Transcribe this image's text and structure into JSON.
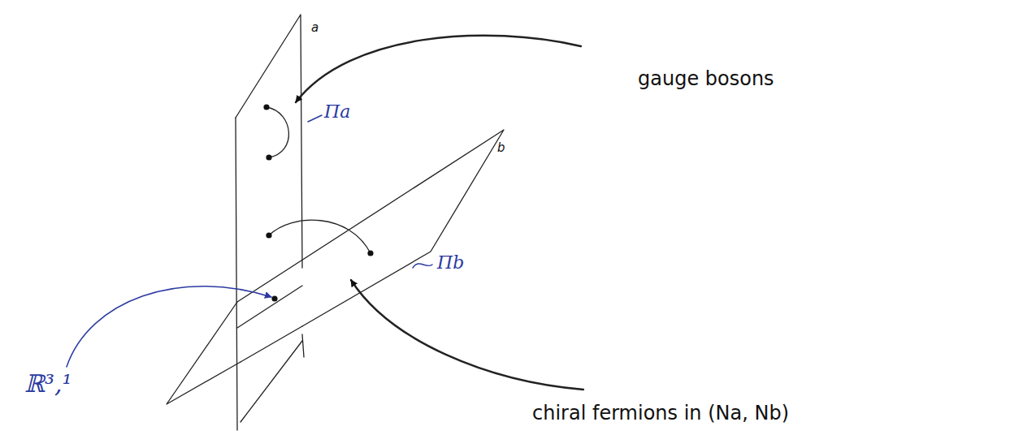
{
  "diagram": {
    "labels": [
      "a",
      "Πa",
      "gauge bosons",
      "b",
      "Πb",
      "ℝ³,¹",
      "chiral fermions in (Na, Nb)"
    ]
  }
}
